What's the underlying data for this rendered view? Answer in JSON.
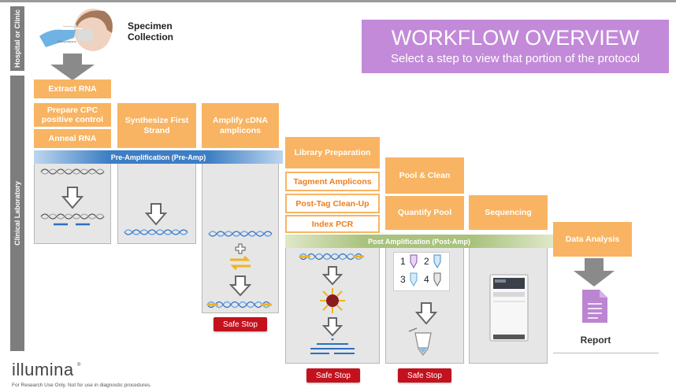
{
  "sidebar": {
    "hospital_label": "Hospital or Clinic",
    "lab_label": "Clinical Laboratory"
  },
  "specimen": {
    "title": "Specimen Collection",
    "nasopharynx_label": "Nasopharynx"
  },
  "header": {
    "title": "WORKFLOW OVERVIEW",
    "subtitle": "Select a step to view that portion of the protocol"
  },
  "steps": {
    "extract_rna": "Extract RNA",
    "prepare_cpc": "Prepare CPC positive control",
    "anneal_rna": "Anneal RNA",
    "synthesize": "Synthesize First Strand",
    "amplify": "Amplify cDNA amplicons",
    "library_prep": "Library Preparation",
    "tagment": "Tagment Amplicons",
    "post_tag": "Post-Tag Clean-Up",
    "index_pcr": "Index PCR",
    "pool_clean": "Pool & Clean",
    "quantify": "Quantify Pool",
    "sequencing": "Sequencing",
    "data_analysis": "Data Analysis",
    "report": "Report"
  },
  "bands": {
    "pre_amp": "Pre-Amplification (Pre-Amp)",
    "post_amp": "Post Amplification (Post-Amp)"
  },
  "safe_stop": "Safe Stop",
  "tubes": [
    "1",
    "2",
    "3",
    "4"
  ],
  "colors": {
    "orange": "#f8b462",
    "purple": "#c38ad9",
    "red": "#c3121e",
    "blue_band": "#3d7ec4",
    "green_band": "#a9c27d"
  },
  "footer": {
    "brand": "illumina",
    "disclaimer": "For Research Use Only.  Not for use in diagnostic procedures."
  }
}
